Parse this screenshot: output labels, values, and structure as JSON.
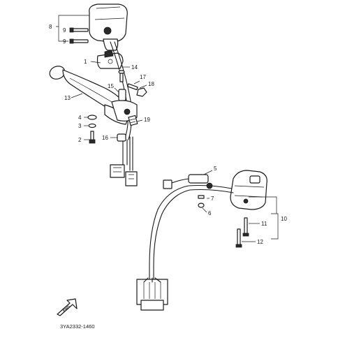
{
  "callouts": [
    {
      "id": "c8",
      "text": "8"
    },
    {
      "id": "c9a",
      "text": "9"
    },
    {
      "id": "c9b",
      "text": "9"
    },
    {
      "id": "c1",
      "text": "1"
    },
    {
      "id": "c14",
      "text": "14"
    },
    {
      "id": "c17",
      "text": "17"
    },
    {
      "id": "c18",
      "text": "18"
    },
    {
      "id": "c13",
      "text": "13"
    },
    {
      "id": "c15",
      "text": "15"
    },
    {
      "id": "c4",
      "text": "4"
    },
    {
      "id": "c3",
      "text": "3"
    },
    {
      "id": "c2",
      "text": "2"
    },
    {
      "id": "c16",
      "text": "16"
    },
    {
      "id": "c19",
      "text": "19"
    },
    {
      "id": "c5",
      "text": "5"
    },
    {
      "id": "c7",
      "text": "7"
    },
    {
      "id": "c6",
      "text": "6"
    },
    {
      "id": "c10",
      "text": "10"
    },
    {
      "id": "c11",
      "text": "11"
    },
    {
      "id": "c12",
      "text": "12"
    }
  ],
  "fwd_badge": "FWD",
  "drawing_code": "3YA2332-1460"
}
